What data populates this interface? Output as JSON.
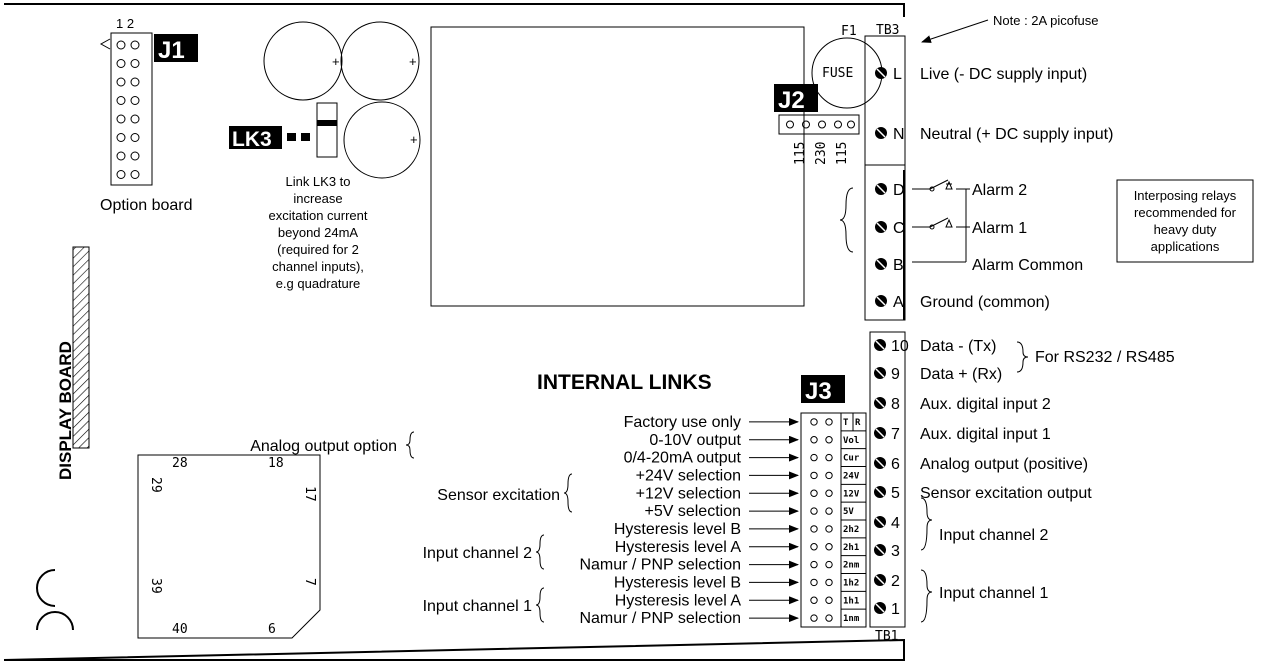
{
  "note_fuse": "Note : 2A picofuse",
  "fuse": {
    "designator": "F1",
    "label": "FUSE"
  },
  "terminal_blocks": {
    "tb3": "TB3",
    "tb1": "TB1"
  },
  "headers": {
    "j1": "J1",
    "j2": "J2",
    "j3": "J3",
    "lk3": "LK3"
  },
  "j1_pins": "1  2",
  "option_board": "Option board",
  "lk3_note": [
    "Link LK3 to",
    "increase",
    "excitation current",
    "beyond 24mA",
    "(required for 2",
    "channel inputs),",
    "e.g quadrature"
  ],
  "j2_voltages": [
    "115",
    "230",
    "115"
  ],
  "display_board": "DISPLAY BOARD",
  "ce_mark": "CE",
  "chip_pins": {
    "top_left": "28",
    "top_right": "18",
    "left_top": "29",
    "right_top": "17",
    "left_bottom": "39",
    "right_bottom": "7",
    "bottom_left": "40",
    "bottom_right": "6"
  },
  "tb3_terminals": [
    {
      "id": "L",
      "desc": "Live (- DC supply input)"
    },
    {
      "id": "N",
      "desc": "Neutral (+ DC supply input)"
    },
    {
      "id": "D",
      "desc": "Alarm 2"
    },
    {
      "id": "C",
      "desc": "Alarm 1"
    },
    {
      "id": "B",
      "desc": "Alarm Common"
    },
    {
      "id": "A",
      "desc": "Ground (common)"
    }
  ],
  "relay_note": [
    "Interposing relays",
    "recommended for",
    "heavy duty",
    "applications"
  ],
  "tb1_terminals": [
    {
      "id": "10",
      "desc": "Data - (Tx)"
    },
    {
      "id": "9",
      "desc": "Data + (Rx)"
    },
    {
      "id": "8",
      "desc": "Aux. digital input 2"
    },
    {
      "id": "7",
      "desc": "Aux. digital input 1"
    },
    {
      "id": "6",
      "desc": "Analog output (positive)"
    },
    {
      "id": "5",
      "desc": "Sensor excitation output"
    },
    {
      "id": "4",
      "desc": ""
    },
    {
      "id": "3",
      "desc": ""
    },
    {
      "id": "2",
      "desc": ""
    },
    {
      "id": "1",
      "desc": ""
    }
  ],
  "tb1_groups": {
    "serial": "For RS232 / RS485",
    "input2": "Input channel 2",
    "input1": "Input channel 1"
  },
  "internal_links_title": "INTERNAL LINKS",
  "j3_links": [
    {
      "desc": "Factory use only",
      "code": "T",
      "code2": "R"
    },
    {
      "desc": "0-10V output",
      "code": "Vol"
    },
    {
      "desc": "0/4-20mA output",
      "code": "Cur"
    },
    {
      "desc": "+24V selection",
      "code": "24V"
    },
    {
      "desc": "+12V selection",
      "code": "12V"
    },
    {
      "desc": "+5V selection",
      "code": "5V"
    },
    {
      "desc": "Hysteresis level B",
      "code": "2h2"
    },
    {
      "desc": "Hysteresis level A",
      "code": "2h1"
    },
    {
      "desc": "Namur / PNP selection",
      "code": "2nm"
    },
    {
      "desc": "Hysteresis level B",
      "code": "1h2"
    },
    {
      "desc": "Hysteresis level A",
      "code": "1h1"
    },
    {
      "desc": "Namur / PNP selection",
      "code": "1nm"
    }
  ],
  "j3_groups": {
    "analog": "Analog output option",
    "sensor": "Sensor excitation",
    "ch2": "Input channel 2",
    "ch1": "Input channel 1"
  }
}
